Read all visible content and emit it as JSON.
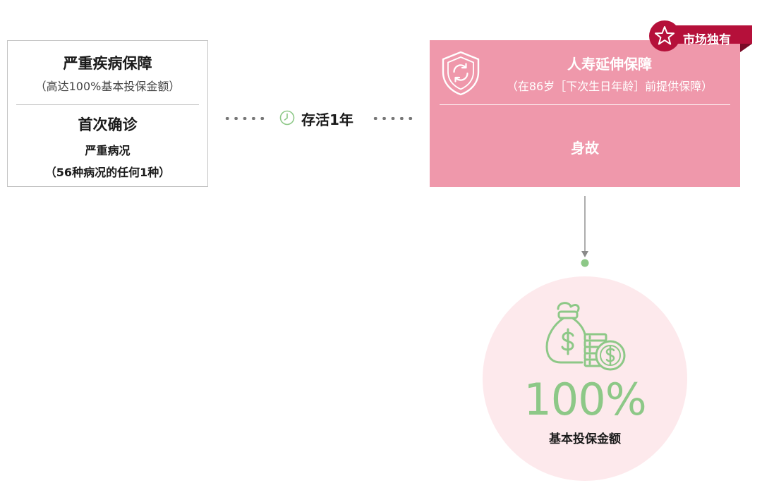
{
  "left_box": {
    "title": "严重疾病保障",
    "subtitle": "（高达100%基本投保金额）",
    "title2": "首次确诊",
    "subtitle2": "严重病况",
    "subtitle3": "（56种病况的任何1种）"
  },
  "connector": {
    "label": "存活1年"
  },
  "pink_box": {
    "title": "人寿延伸保障",
    "subtitle": "（在86岁［下次生日年龄］前提供保障）",
    "event": "身故"
  },
  "badge": {
    "label": "市场独有"
  },
  "result": {
    "value": "100%",
    "label": "基本投保金额"
  },
  "colors": {
    "pink": "#ef98ab",
    "badge_red": "#b5103a",
    "green": "#8dc887",
    "circle_bg": "#fde9ec"
  },
  "icons": [
    "shield-refresh-icon",
    "clock-icon",
    "star-icon",
    "money-bag-coins-icon"
  ]
}
